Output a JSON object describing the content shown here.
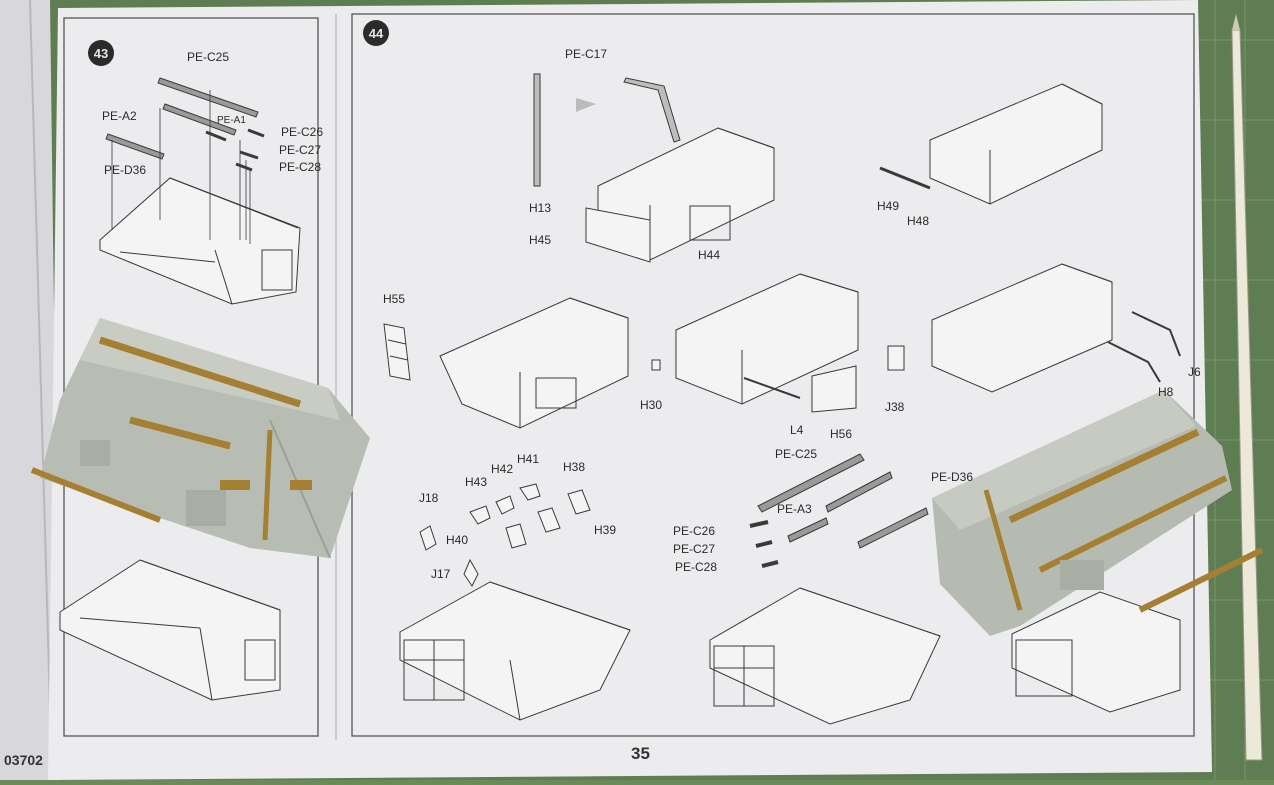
{
  "page": {
    "kit_number": "03702",
    "page_number": "35"
  },
  "steps": [
    {
      "number": "43",
      "labels": [
        "PE-C25",
        "PE-A2",
        "PE-A1",
        "PE-C26",
        "PE-C27",
        "PE-D36",
        "PE-C28"
      ]
    },
    {
      "number": "44",
      "labels": [
        "PE-C17",
        "H13",
        "H45",
        "H44",
        "H49",
        "H48",
        "H55",
        "H30",
        "L4",
        "H56",
        "J38",
        "H8",
        "J6",
        "J18",
        "H43",
        "H42",
        "H41",
        "H38",
        "H40",
        "H39",
        "J17",
        "PE-C25",
        "PE-D36",
        "PE-A3",
        "PE-C26",
        "PE-C27",
        "PE-C28"
      ]
    }
  ],
  "colors": {
    "paper": "#eeeef0",
    "cutting_mat": "#6a8a5a",
    "plastic_grey": "#b9bfb4",
    "photo_etch_brass": "#b0903a",
    "line_art": "#3a3a3a"
  }
}
